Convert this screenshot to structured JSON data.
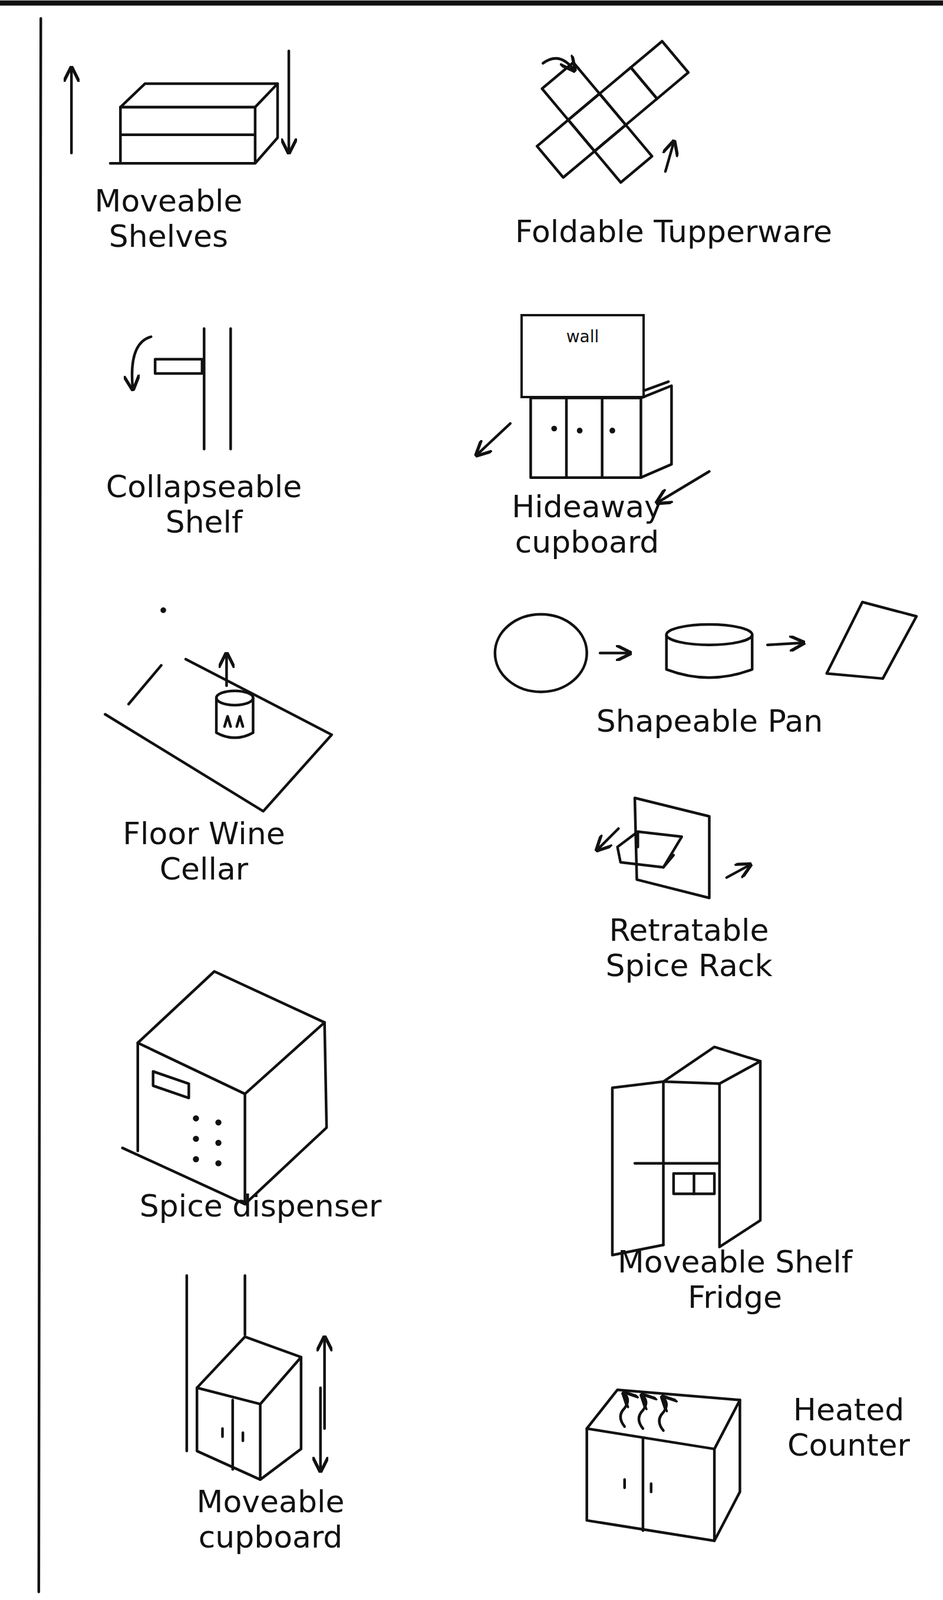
{
  "diagram": {
    "nodes": [
      {
        "text": [
          "wall"
        ]
      }
    ],
    "labels": [
      "Moveable Shelves",
      "Foldable Tupperware",
      "Collapseable Shelf",
      "Hideaway cupboard",
      "Floor Wine Cellar",
      "Shapeable Pan",
      "Retratable Spice Rack",
      "Spice dispenser",
      "Moveable Shelf Fridge",
      "Heated Counter",
      "Moveable cupboard"
    ]
  }
}
